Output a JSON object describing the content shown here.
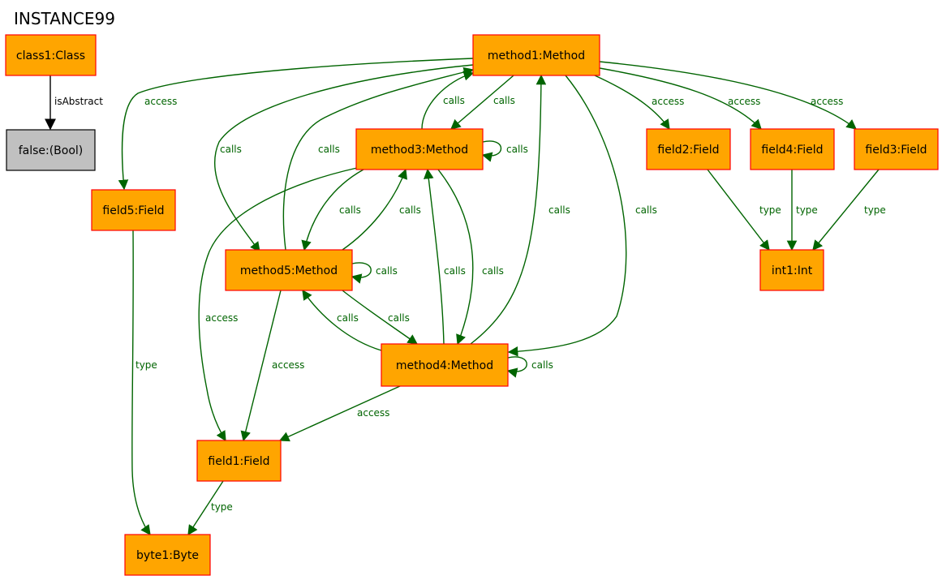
{
  "title": "INSTANCE99",
  "colors": {
    "node_fill": "#ffa500",
    "node_border": "#ff0000",
    "bool_fill": "#c0c0c0",
    "bool_border": "#000000",
    "edge": "#006400",
    "edge_black": "#000000"
  },
  "nodes": {
    "class1": "class1:Class",
    "false": "false:(Bool)",
    "method1": "method1:Method",
    "method3": "method3:Method",
    "method5": "method5:Method",
    "method4": "method4:Method",
    "field5": "field5:Field",
    "field1": "field1:Field",
    "field2": "field2:Field",
    "field4": "field4:Field",
    "field3": "field3:Field",
    "int1": "int1:Int",
    "byte1": "byte1:Byte"
  },
  "edges": {
    "class1_false": "isAbstract",
    "method1_field5": "access",
    "method1_method5": "calls",
    "method5_method1": "calls",
    "method3_method1": "calls",
    "method1_method3": "calls",
    "method3_self": "calls",
    "method3_field1": "access",
    "method3_method5": "calls",
    "method5_method3": "calls",
    "method4_method3": "calls",
    "method3_method4": "calls",
    "method4_method1": "calls",
    "method1_method4": "calls",
    "method1_field2": "access",
    "method1_field4": "access",
    "method1_field3": "access",
    "field2_int1": "type",
    "field4_int1": "type",
    "field3_int1": "type",
    "method5_self": "calls",
    "method5_method4": "calls",
    "method4_method5": "calls",
    "method5_field1": "access",
    "method4_self": "calls",
    "method4_field1": "access",
    "field5_byte1": "type",
    "field1_byte1": "type"
  }
}
